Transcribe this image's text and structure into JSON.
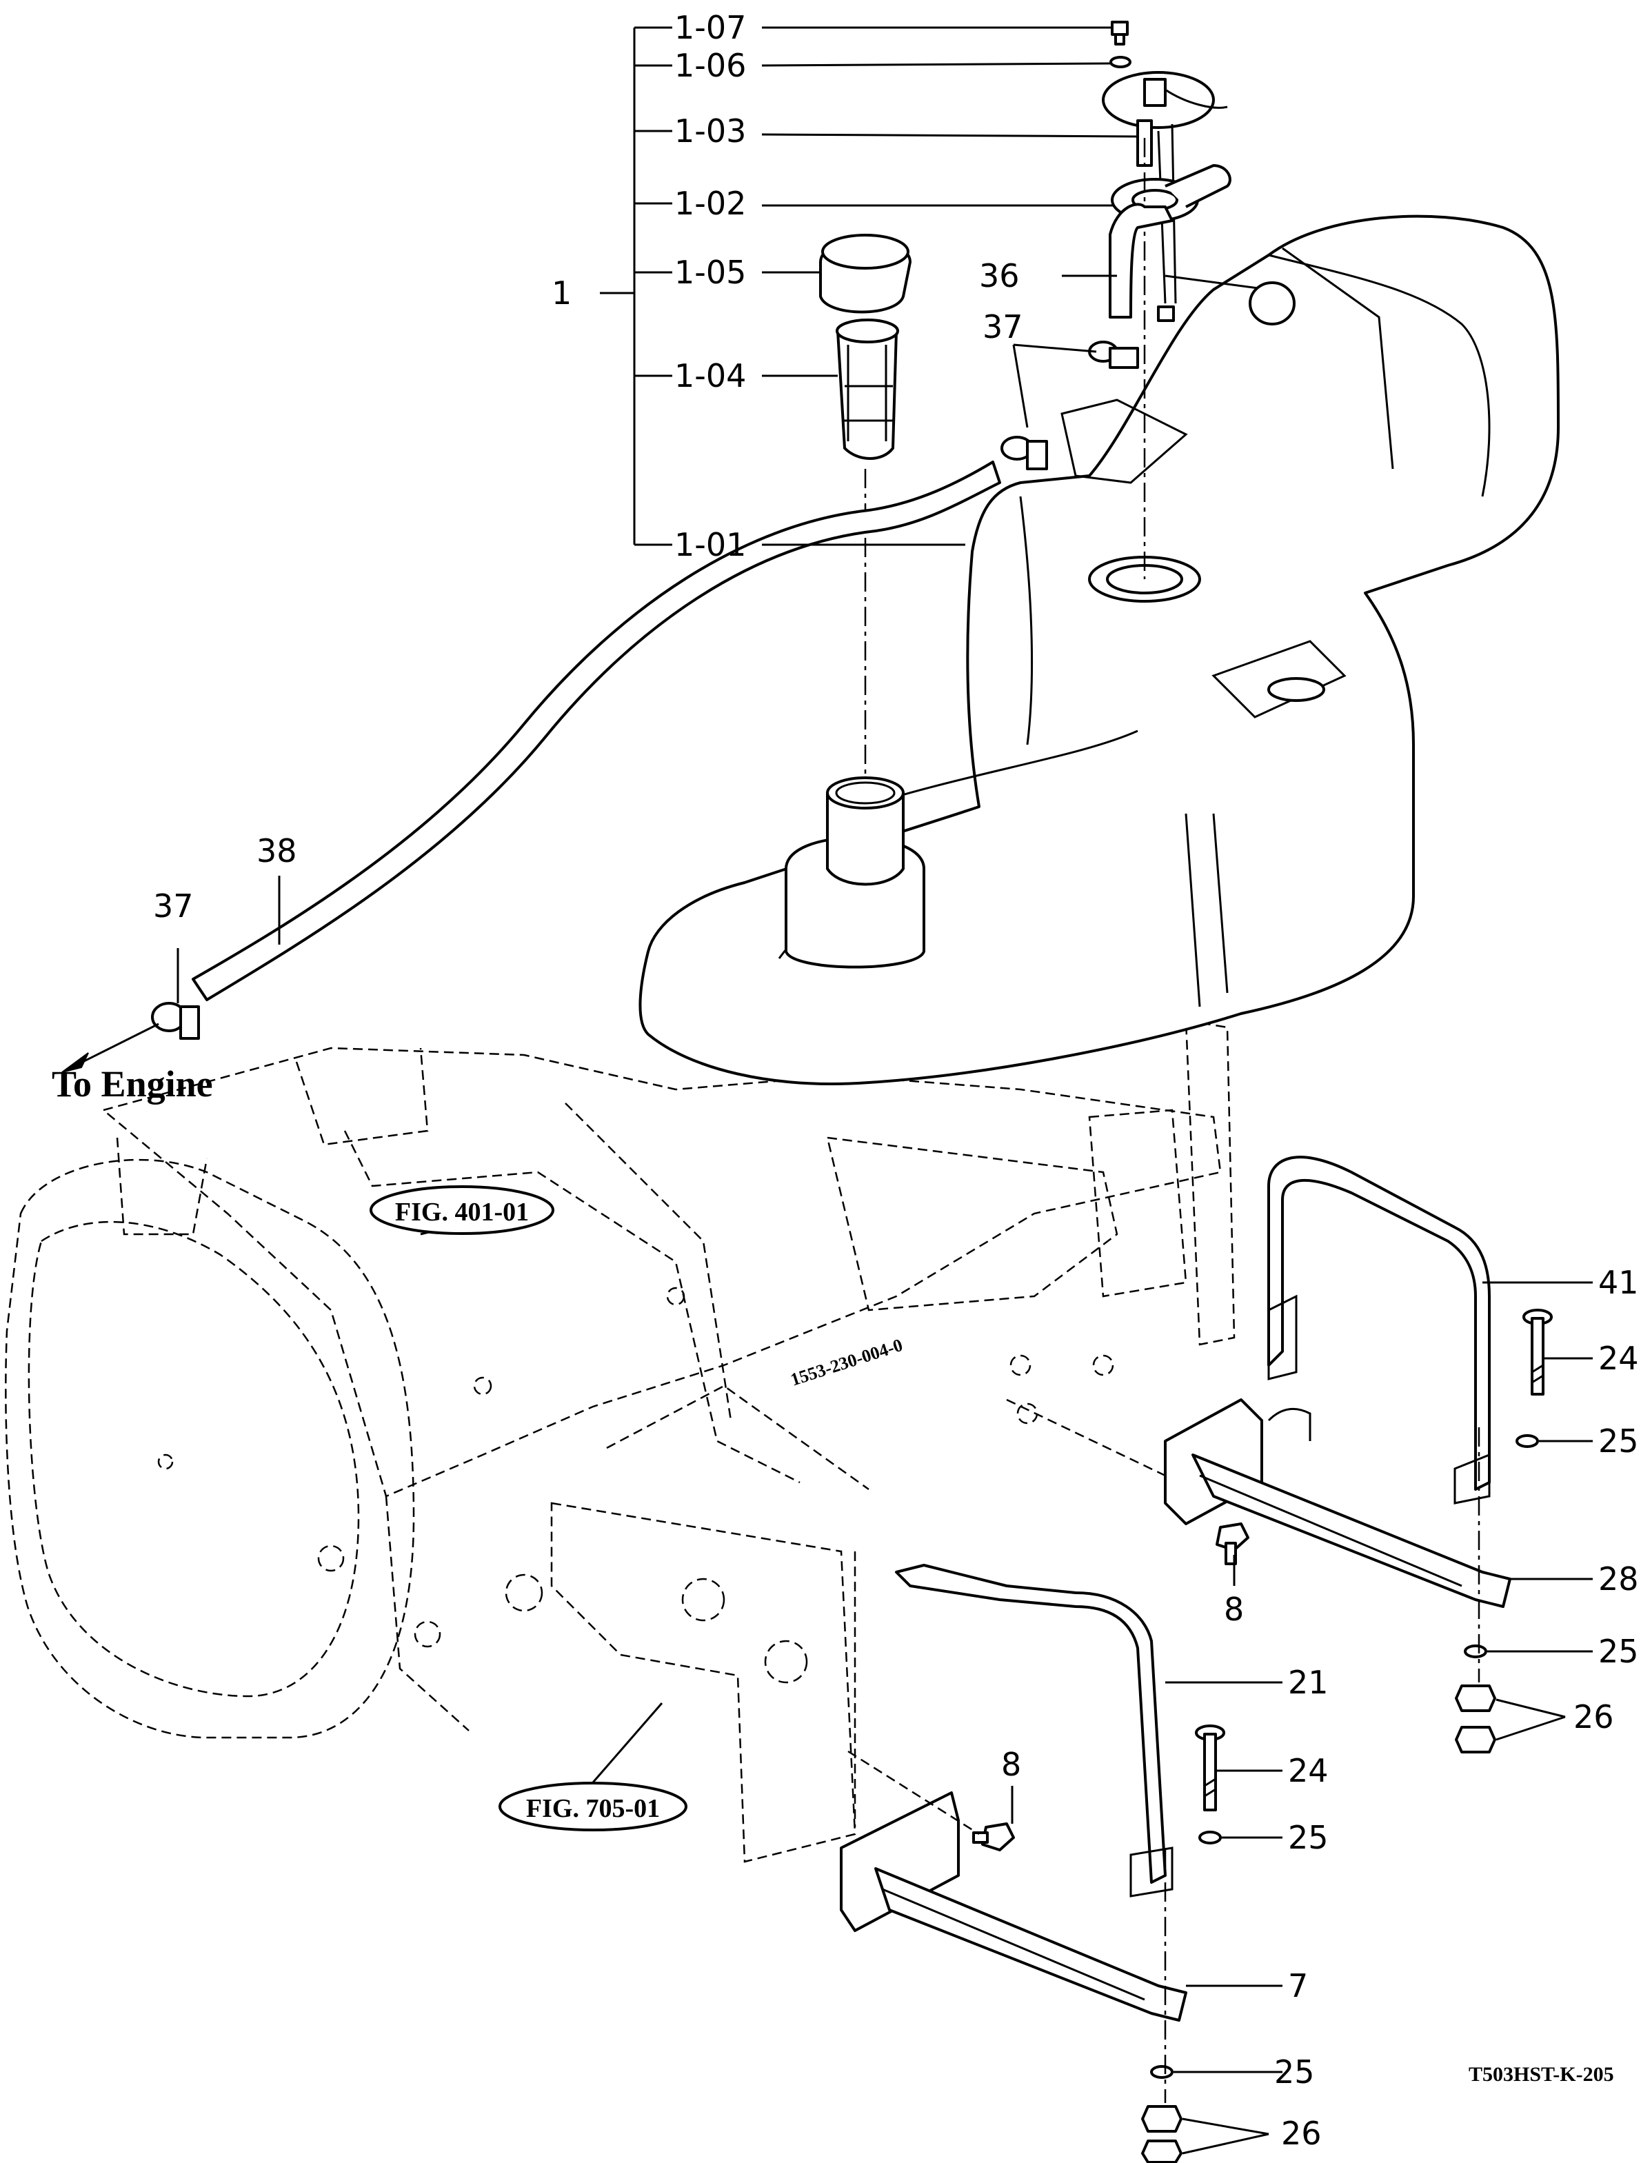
{
  "callouts": {
    "c_1_07": "1-07",
    "c_1_06": "1-06",
    "c_1_03": "1-03",
    "c_1_02": "1-02",
    "c_1": "1",
    "c_1_05": "1-05",
    "c_1_04": "1-04",
    "c_1_01": "1-01",
    "c_36": "36",
    "c_37a": "37",
    "c_38": "38",
    "c_37b": "37",
    "c_41": "41",
    "c_24a": "24",
    "c_25a": "25",
    "c_28": "28",
    "c_8a": "8",
    "c_25b": "25",
    "c_26a": "26",
    "c_21": "21",
    "c_8b": "8",
    "c_24b": "24",
    "c_25c": "25",
    "c_7": "7",
    "c_25d": "25",
    "c_26b": "26"
  },
  "labels": {
    "to_engine": "To Engine",
    "fig_401": "FIG. 401-01",
    "fig_705": "FIG. 705-01",
    "casting_mark": "1553-230-004-0",
    "drawing_code": "T503HST-K-205"
  }
}
